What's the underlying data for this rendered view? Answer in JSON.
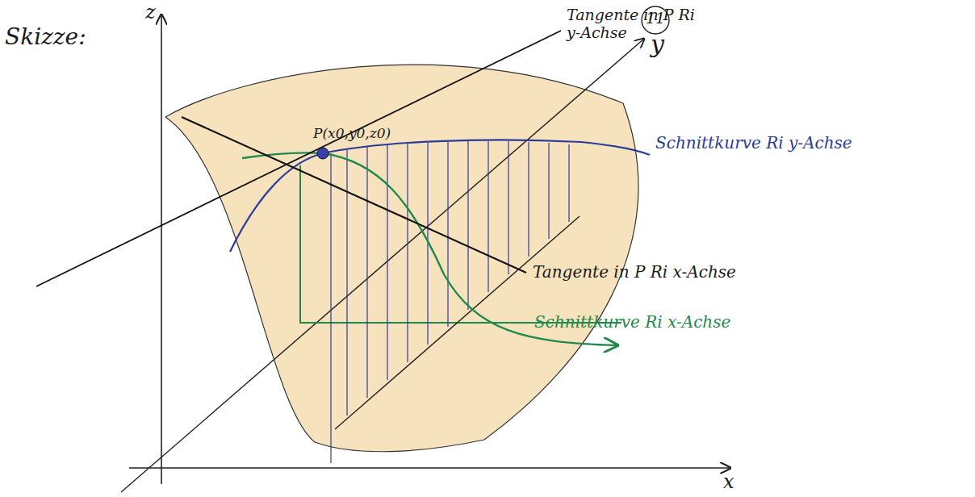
{
  "diagram": {
    "labels": [
      "Skizze:",
      "z",
      "y",
      "x",
      "P(x0,y0,z0)",
      "Tangente in P Ri y-Achse",
      "Schnittkurve Ri y-Achse",
      "Tangente in P Ri x-Achse",
      "Schnittkurve Ri x-Achse",
      "11"
    ]
  }
}
